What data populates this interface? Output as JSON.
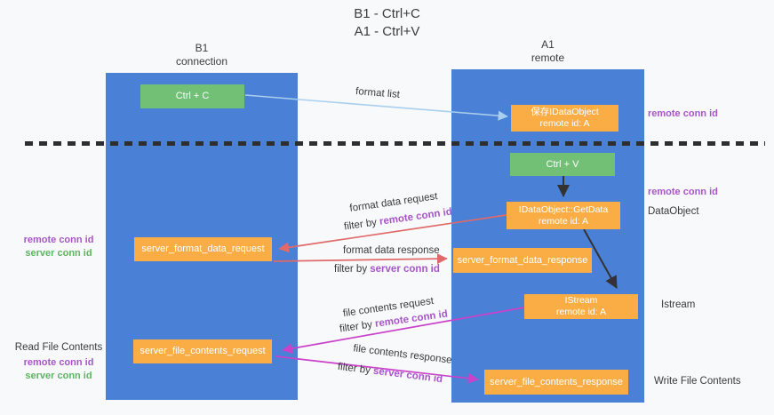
{
  "title": {
    "line1": "B1 - Ctrl+C",
    "line2": "A1 - Ctrl+V"
  },
  "lanes": {
    "left": {
      "title": "B1",
      "subtitle": "connection"
    },
    "right": {
      "title": "A1",
      "subtitle": "remote"
    }
  },
  "nodes": {
    "ctrl_c": {
      "label": "Ctrl + C"
    },
    "save_idataobject": {
      "line1": "保存IDataObject",
      "line2": "remote id: A"
    },
    "ctrl_v": {
      "label": "Ctrl + V"
    },
    "idataobject_getdata": {
      "line1": "IDataObject::GetData",
      "line2": "remote id: A"
    },
    "server_format_data_request": {
      "label": "server_format_data_request"
    },
    "server_format_data_response": {
      "label": "server_format_data_response"
    },
    "istream": {
      "line1": "IStream",
      "line2": "remote id: A"
    },
    "server_file_contents_request": {
      "label": "server_file_contents_request"
    },
    "server_file_contents_response": {
      "label": "server_file_contents_response"
    }
  },
  "side_labels": {
    "right_remote_conn_top": "remote conn id",
    "right_remote_conn_mid": "remote conn id",
    "right_dataobject": "DataObject",
    "right_istream": "Istream",
    "right_write_file": "Write File Contents",
    "left_remote_conn_top": "remote conn id",
    "left_server_conn_top": "server conn id",
    "left_read_file": "Read File Contents",
    "left_remote_conn_bottom": "remote conn id",
    "left_server_conn_bottom": "server conn id"
  },
  "arrow_labels": {
    "format_list": "format list",
    "format_data_request": "format data request",
    "format_data_request_filter_prefix": "filter by ",
    "format_data_request_filter_key": "remote conn id",
    "format_data_response": "format data response",
    "format_data_response_filter_prefix": "filter by ",
    "format_data_response_filter_key": "server conn id",
    "file_contents_request": "file contents request",
    "file_contents_request_filter_prefix": "filter by ",
    "file_contents_request_filter_key": "remote conn id",
    "file_contents_response": "file contents response",
    "file_contents_response_filter_prefix": "filter by ",
    "file_contents_response_filter_key": "server conn id"
  },
  "colors": {
    "lane_blue": "#4a80d5",
    "node_green": "#72bf76",
    "node_orange": "#f9ad44",
    "remote_conn_purple": "#a855cb",
    "server_conn_green": "#5cb55f",
    "request_red": "#e06a6a",
    "file_magenta": "#ca42ca",
    "format_list_blue": "#a9cfef",
    "divider_black": "#2e2e2e",
    "text_dark": "#3a3a3a",
    "background": "#f8f9fa"
  }
}
